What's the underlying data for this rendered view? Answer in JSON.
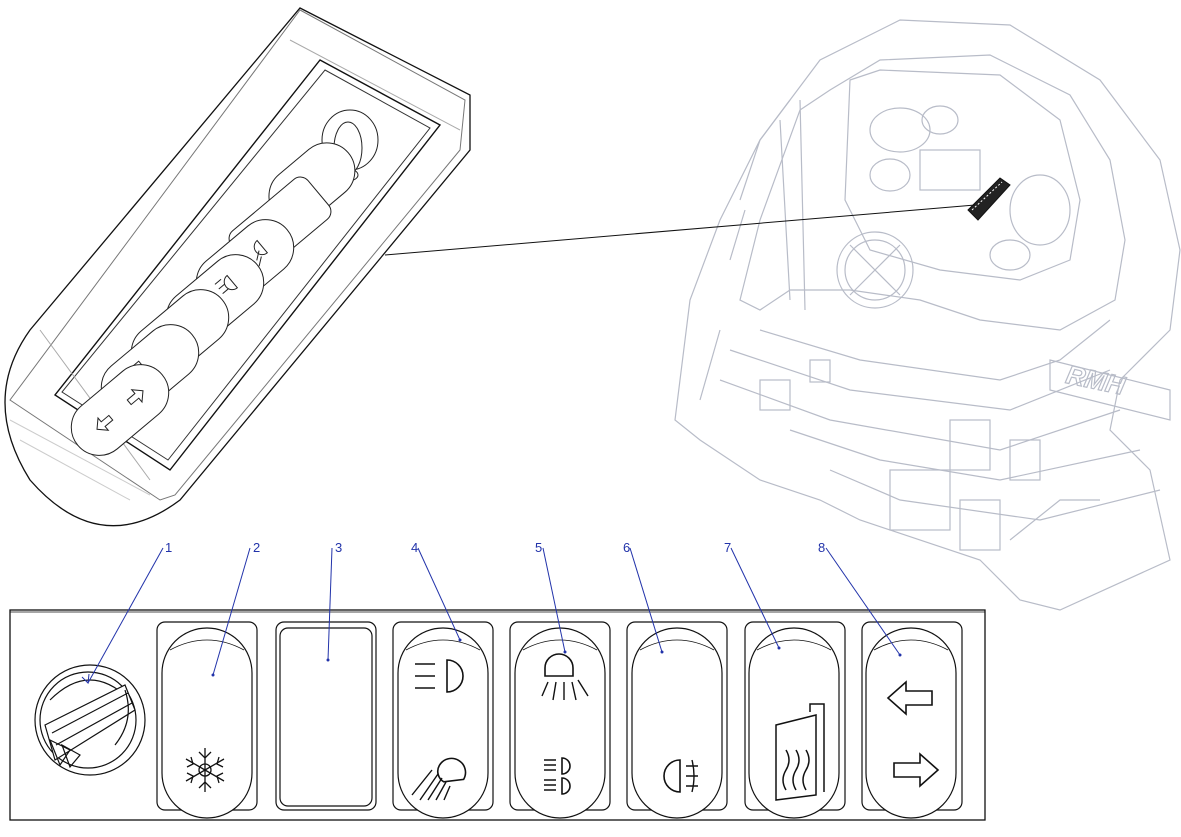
{
  "callouts": [
    {
      "number": "1",
      "part": "rotary-knob"
    },
    {
      "number": "2",
      "part": "ac-switch",
      "icon": "snowflake-icon"
    },
    {
      "number": "3",
      "part": "blank-switch"
    },
    {
      "number": "4",
      "part": "headlight-switch",
      "icon": "headlight-icon"
    },
    {
      "number": "5",
      "part": "work-light-switch",
      "icon": "work-light-icon"
    },
    {
      "number": "6",
      "part": "fog-light-switch",
      "icon": "fog-light-icon"
    },
    {
      "number": "7",
      "part": "heated-window-switch",
      "icon": "heated-window-icon"
    },
    {
      "number": "8",
      "part": "turn-signal-switch",
      "icon": "turn-signal-arrows-icon"
    }
  ],
  "cab_logo": "RMH",
  "colors": {
    "line": "#111111",
    "leader": "#2233aa",
    "cab_line": "#b8bcc8"
  }
}
